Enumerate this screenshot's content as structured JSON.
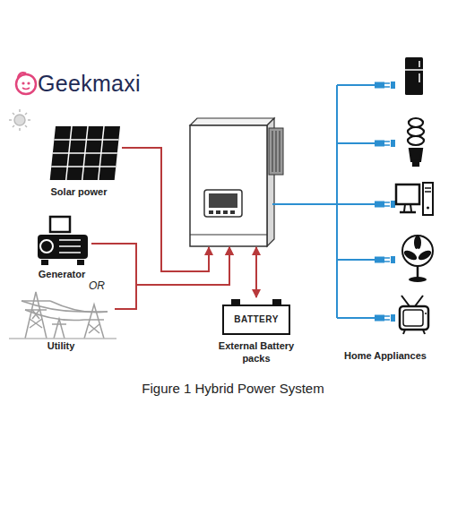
{
  "diagram": {
    "caption": "Figure 1 Hybrid Power System",
    "nodes": [
      {
        "text": [
          "Solar power"
        ]
      },
      {
        "text": [
          "Generator"
        ]
      },
      {
        "text": [
          "Utility"
        ]
      },
      {
        "text": []
      },
      {
        "text": [
          "BATTERY",
          "External Battery packs"
        ]
      },
      {
        "text": [
          "Home Appliances"
        ]
      }
    ],
    "edges": [
      {
        "from": 0,
        "to": 3,
        "arrow": "to"
      },
      {
        "from": 1,
        "to": 3,
        "arrow": "to"
      },
      {
        "from": 2,
        "to": 3,
        "arrow": "to"
      },
      {
        "from": 3,
        "to": 4,
        "arrow": "both"
      },
      {
        "from": 3,
        "to": 5,
        "arrow": "none"
      }
    ],
    "labels": [
      "Geekmaxi",
      "OR"
    ]
  }
}
